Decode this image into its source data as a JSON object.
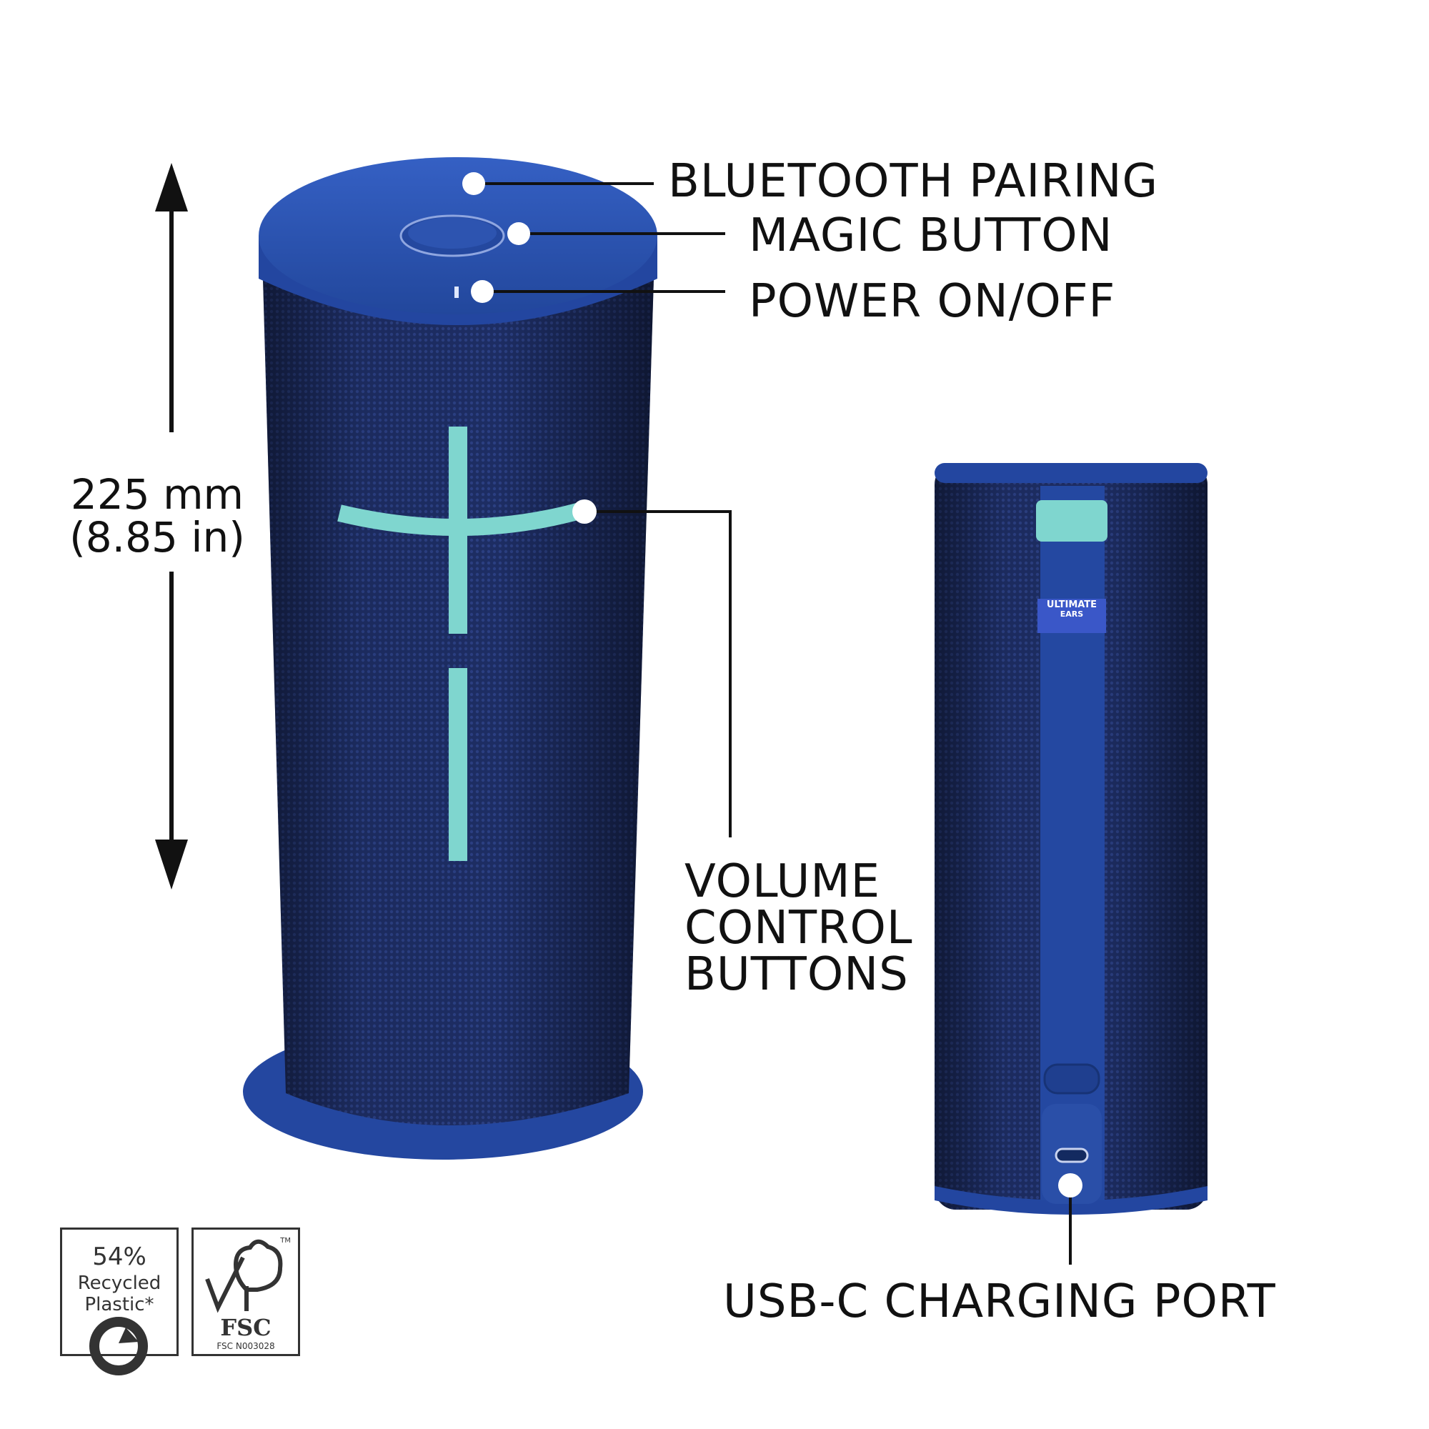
{
  "colors": {
    "speaker_blue": "#1f3f8f",
    "cap_blue": "#2a4fa8",
    "mesh_dark": "#1b2a5c",
    "accent_teal": "#7fd6cf",
    "line": "#111111"
  },
  "dimension": {
    "height_mm": "225 mm",
    "height_in": "(8.85 in)"
  },
  "callouts": {
    "bluetooth": "BLUETOOTH PAIRING",
    "magic": "MAGIC BUTTON",
    "power": "POWER ON/OFF",
    "volume_1": "VOLUME",
    "volume_2": "CONTROL",
    "volume_3": "BUTTONS",
    "usb": "USB-C CHARGING PORT"
  },
  "brand_tag": {
    "line1": "ULTIMATE",
    "line2": "EARS"
  },
  "badges": {
    "recycled_percent": "54%",
    "recycled_line1": "Recycled",
    "recycled_line2": "Plastic*",
    "fsc_mark": "FSC",
    "fsc_code": "FSC N003028",
    "fsc_tm": "TM"
  }
}
